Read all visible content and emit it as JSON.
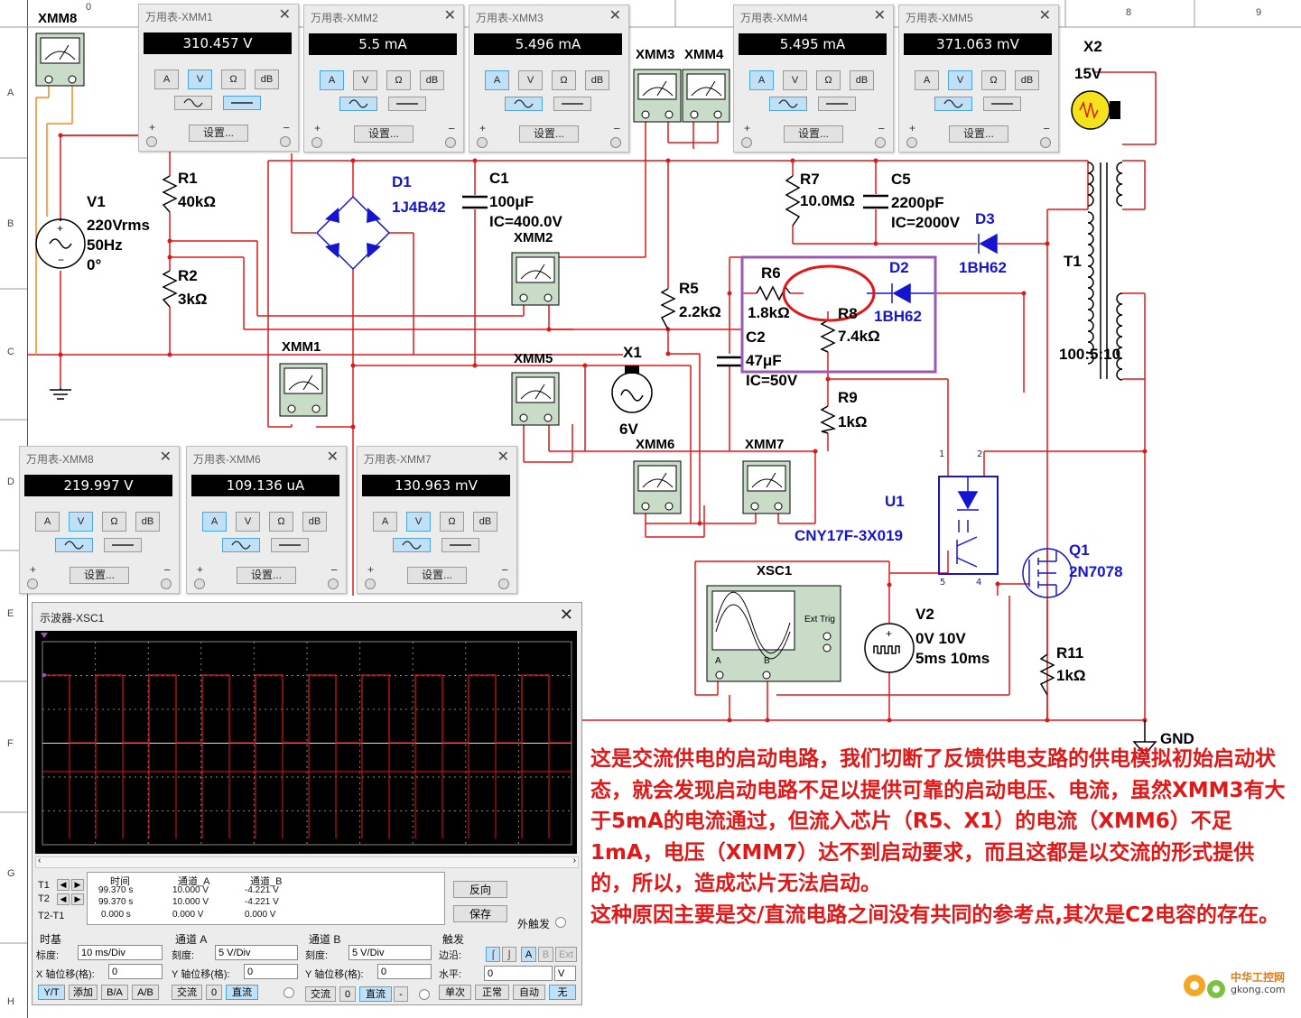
{
  "grid": {
    "rows": [
      "A",
      "B",
      "C",
      "D",
      "E",
      "F",
      "G",
      "H"
    ],
    "cols": [
      "0",
      "8",
      "9"
    ]
  },
  "multimeters": [
    {
      "id": "mm1",
      "title": "万用表-XMM1",
      "reading": "310.457 V",
      "active_mode": "V",
      "active_wave": "dc"
    },
    {
      "id": "mm2",
      "title": "万用表-XMM2",
      "reading": "5.5 mA",
      "active_mode": "A",
      "active_wave": "ac"
    },
    {
      "id": "mm3",
      "title": "万用表-XMM3",
      "reading": "5.496 mA",
      "active_mode": "A",
      "active_wave": "ac"
    },
    {
      "id": "mm4",
      "title": "万用表-XMM4",
      "reading": "5.495 mA",
      "active_mode": "A",
      "active_wave": "ac"
    },
    {
      "id": "mm5",
      "title": "万用表-XMM5",
      "reading": "371.063 mV",
      "active_mode": "V",
      "active_wave": "ac"
    },
    {
      "id": "mm8",
      "title": "万用表-XMM8",
      "reading": "219.997 V",
      "active_mode": "V",
      "active_wave": "ac"
    },
    {
      "id": "mm6",
      "title": "万用表-XMM6",
      "reading": "109.136 uA",
      "active_mode": "A",
      "active_wave": "ac"
    },
    {
      "id": "mm7",
      "title": "万用表-XMM7",
      "reading": "130.963 mV",
      "active_mode": "V",
      "active_wave": "ac"
    }
  ],
  "mm_common": {
    "buttons": [
      "A",
      "V",
      "Ω",
      "dB"
    ],
    "settings_label": "设置...",
    "plus": "+",
    "minus": "−"
  },
  "components": {
    "xmm8": "XMM8",
    "v1_name": "V1",
    "v1_v": "220Vrms",
    "v1_f": "50Hz",
    "v1_p": "0°",
    "r1_name": "R1",
    "r1_v": "40kΩ",
    "r2_name": "R2",
    "r2_v": "3kΩ",
    "d1_name": "D1",
    "d1_v": "1J4B42",
    "c1_name": "C1",
    "c1_v": "100μF",
    "c1_ic": "IC=400.0V",
    "xmm1": "XMM1",
    "xmm2": "XMM2",
    "xmm3": "XMM3",
    "xmm4": "XMM4",
    "xmm5": "XMM5",
    "xmm6": "XMM6",
    "xmm7": "XMM7",
    "x1_name": "X1",
    "x1_v": "6V",
    "r5_name": "R5",
    "r5_v": "2.2kΩ",
    "r6_name": "R6",
    "r6_v": "1.8kΩ",
    "r8_name": "R8",
    "r8_v": "7.4kΩ",
    "c2_name": "C2",
    "c2_v": "47μF",
    "c2_ic": "IC=50V",
    "r9_name": "R9",
    "r9_v": "1kΩ",
    "d2_name": "D2",
    "d2_v": "1BH62",
    "r7_name": "R7",
    "r7_v": "10.0MΩ",
    "c5_name": "C5",
    "c5_v": "2200pF",
    "c5_ic": "IC=2000V",
    "d3_name": "D3",
    "d3_v": "1BH62",
    "x2_name": "X2",
    "x2_v": "15V",
    "t1_name": "T1",
    "t1_v": "100:5:10",
    "u1_name": "U1",
    "u1_v": "CNY17F-3X019",
    "q1_name": "Q1",
    "q1_v": "2N7078",
    "xsc1": "XSC1",
    "ext_trig": "Ext Trig",
    "v2_name": "V2",
    "v2_v": "0V 10V",
    "v2_t": "5ms 10ms",
    "r11_name": "R11",
    "r11_v": "1kΩ",
    "gnd": "GND",
    "pin1": "1",
    "pin2": "2",
    "pin4": "4",
    "pin5": "5",
    "scope_a": "A",
    "scope_b": "B"
  },
  "oscilloscope": {
    "title": "示波器-XSC1",
    "table_headers": [
      "时间",
      "通道_A",
      "通道_B"
    ],
    "t1_label": "T1",
    "t2_label": "T2",
    "t21_label": "T2-T1",
    "t1": [
      "99.370 s",
      "10.000 V",
      "-4.221 V"
    ],
    "t2": [
      "99.370 s",
      "10.000 V",
      "-4.221 V"
    ],
    "t21": [
      "0.000 s",
      "0.000 V",
      "0.000 V"
    ],
    "reverse_btn": "反向",
    "save_btn": "保存",
    "ext_trigger": "外触发",
    "timebase_title": "时基",
    "scale_label": "标度:",
    "timebase_scale": "10 ms/Div",
    "x_offset_label": "X 轴位移(格):",
    "x_offset": "0",
    "ch_a_title": "通道 A",
    "ch_a_scale_label": "刻度:",
    "ch_a_scale": "5  V/Div",
    "ch_a_offset_label": "Y 轴位移(格):",
    "ch_a_offset": "0",
    "ch_b_title": "通道 B",
    "ch_b_scale_label": "刻度:",
    "ch_b_scale": "5  V/Div",
    "ch_b_offset_label": "Y 轴位移(格):",
    "ch_b_offset": "0",
    "trigger_title": "触发",
    "edge_label": "边沿:",
    "level_label": "水平:",
    "level": "0",
    "level_unit": "V",
    "edge_a": "A",
    "edge_b": "B",
    "edge_ext": "Ext",
    "btn_yt": "Y/T",
    "btn_add": "添加",
    "btn_ba": "B/A",
    "btn_ab": "A/B",
    "btn_ac_a": "交流",
    "btn_zero_a": "0",
    "btn_dc_a": "直流",
    "btn_ac_b": "交流",
    "btn_zero_b": "0",
    "btn_dc_b": "直流",
    "btn_minus_b": "-",
    "btn_single": "单次",
    "btn_normal": "正常",
    "btn_auto": "自动",
    "btn_none": "无"
  },
  "note": {
    "p1": "        这是交流供电的启动电路，我们切断了反馈供电支路的供电模拟初始启动状态，就会发现启动电路不足以提供可靠的启动电压、电流，虽然XMM3有大于5mA的电流通过，但流入芯片（R5、X1）的电流（XMM6）不足1mA，电压（XMM7）达不到启动要求，而且这都是以交流的形式提供的，所以，造成芯片无法启动。",
    "p2": "        这种原因主要是交/直流电路之间没有共同的参考点,其次是C2电容的存在。"
  },
  "logo": {
    "line1": "中华工控网",
    "line2": "gkong.com"
  },
  "colors": {
    "wire": "#e01818",
    "label_blue": "#1515d0",
    "note": "#e01818",
    "highlight_box": "#9b59b6",
    "scope_bg": "#000000"
  }
}
